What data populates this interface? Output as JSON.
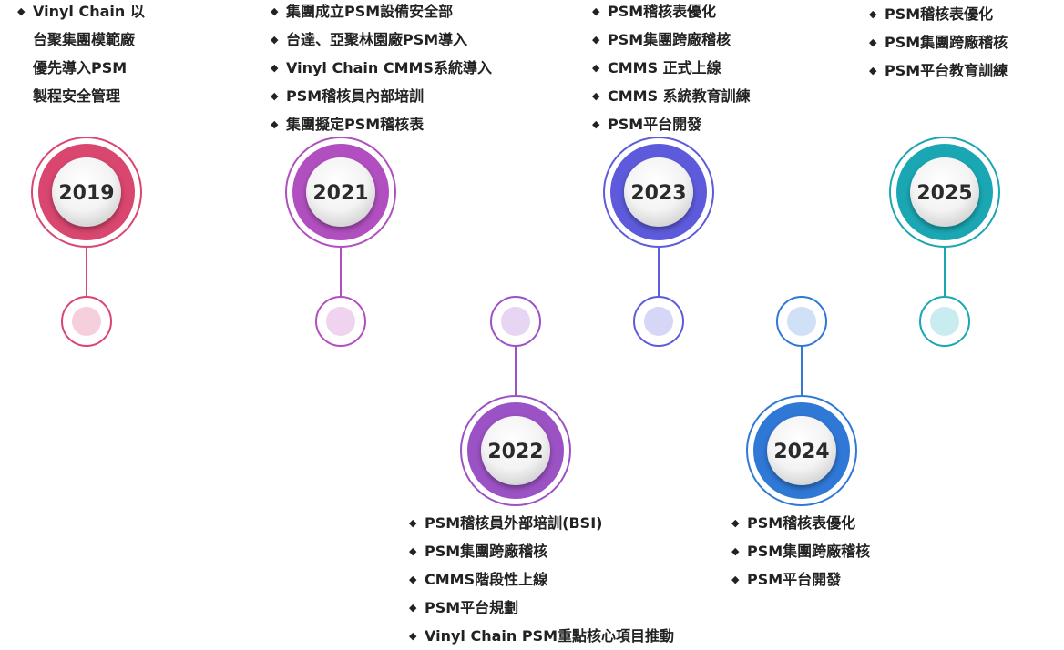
{
  "colors": {
    "y2019": "#d9466f",
    "y2021": "#b14fc0",
    "y2022": "#9b52c4",
    "y2023": "#5d5bdc",
    "y2024": "#2f78d6",
    "y2025": "#1aa7b3",
    "dot2019": "#f6cfdc",
    "dot2021": "#efd3ef",
    "dot2022": "#e6d6f3",
    "dot2023": "#d6d7f6",
    "dot2024": "#cfe0f7",
    "dot2025": "#c9ecf0"
  },
  "milestones": [
    {
      "year": "2019",
      "items": [
        "Vinyl Chain 以",
        "台聚集團模範廠",
        "優先導入PSM",
        "製程安全管理"
      ]
    },
    {
      "year": "2021",
      "items": [
        "集團成立PSM設備安全部",
        "台達、亞聚林園廠PSM導入",
        "Vinyl Chain CMMS系統導入",
        "PSM稽核員內部培訓",
        "集團擬定PSM稽核表"
      ]
    },
    {
      "year": "2022",
      "items": [
        "PSM稽核員外部培訓(BSI)",
        "PSM集團跨廠稽核",
        "CMMS階段性上線",
        "PSM平台規劃",
        "Vinyl Chain PSM重點核心項目推動"
      ]
    },
    {
      "year": "2023",
      "items": [
        "PSM稽核表優化",
        "PSM集團跨廠稽核",
        "CMMS 正式上線",
        "CMMS 系統教育訓練",
        "PSM平台開發"
      ]
    },
    {
      "year": "2024",
      "items": [
        "PSM稽核表優化",
        "PSM集團跨廠稽核",
        "PSM平台開發"
      ]
    },
    {
      "year": "2025",
      "items": [
        "PSM稽核表優化",
        "PSM集團跨廠稽核",
        "PSM平台教育訓練"
      ]
    }
  ]
}
